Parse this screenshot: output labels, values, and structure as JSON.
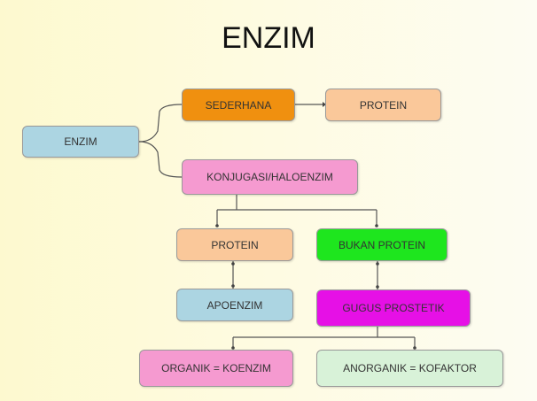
{
  "title": "ENZIM",
  "nodes": {
    "enzim": {
      "label": "ENZIM",
      "color": "#acd5e2"
    },
    "sederhana": {
      "label": "SEDERHANA",
      "color": "#f0900f"
    },
    "protein_simple": {
      "label": "PROTEIN",
      "color": "#fac89a"
    },
    "konjugasi": {
      "label": "KONJUGASI/HALOENZIM",
      "color": "#f59ad0"
    },
    "protein": {
      "label": "PROTEIN",
      "color": "#fac89a"
    },
    "bukan_protein": {
      "label": "BUKAN PROTEIN",
      "color": "#1ee61e"
    },
    "apoenzim": {
      "label": "APOENZIM",
      "color": "#acd5e2"
    },
    "gugus_prostetik": {
      "label": "GUGUS PROSTETIK",
      "color": "#e610e6"
    },
    "organik": {
      "label": "ORGANIK = KOENZIM",
      "color": "#f59ad0"
    },
    "anorganik": {
      "label": "ANORGANIK = KOFAKTOR",
      "color": "#d8f2d8"
    }
  }
}
